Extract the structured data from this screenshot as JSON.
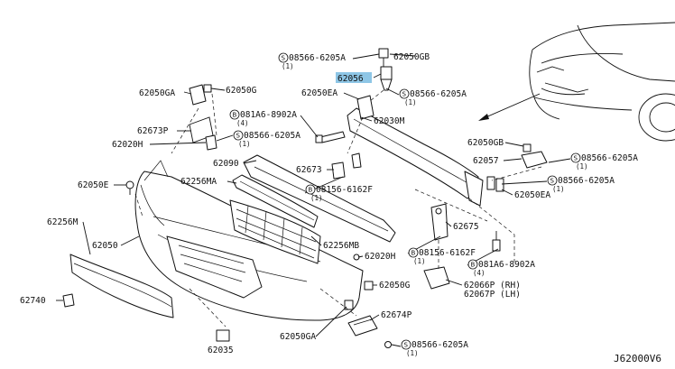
{
  "diagram_code": "J62000V6",
  "labels": {
    "p62050GB": "62050GB",
    "p08566_top": "08566-6205A",
    "p08566_top_qty": "(1)",
    "p62056": "62056",
    "p62050EA_top": "62050EA",
    "p08566_mid": "08566-6205A",
    "p08566_mid_qty": "(1)",
    "p62030M": "62030M",
    "p62050GA_l": "62050GA",
    "p62050G": "62050G",
    "p081A6_l": "081A6-8902A",
    "p081A6_l_qty": "(4)",
    "p62673P": "62673P",
    "p08566_l": "08566-6205A",
    "p08566_l_qty": "(1)",
    "p62020H": "62020H",
    "p62090": "62090",
    "p62673": "62673",
    "p62050E": "62050E",
    "p62256MA": "62256MA",
    "p08156_c": "08156-6162F",
    "p08156_c_qty": "(1)",
    "p62256M": "62256M",
    "p62050": "62050",
    "p62256MB": "62256MB",
    "p62020H_b": "62020H",
    "p62740": "62740",
    "p62050G_b": "62050G",
    "p62674P": "62674P",
    "p62050GA_b": "62050GA",
    "p62035": "62035",
    "p08566_b": "08566-6205A",
    "p08566_b_qty": "(1)",
    "p62050GB_r": "62050GB",
    "p62057": "62057",
    "p08566_r1": "08566-6205A",
    "p08566_r1_qty": "(1)",
    "p08566_r2": "08566-6205A",
    "p08566_r2_qty": "(1)",
    "p62050EA_r": "62050EA",
    "p62675": "62675",
    "p08156_r": "08156-6162F",
    "p08156_r_qty": "(1)",
    "p081A6_r": "081A6-8902A",
    "p081A6_r_qty": "(4)",
    "p62066P": "62066P (RH)",
    "p62067P": "62067P (LH)"
  },
  "circle_letters": {
    "S": "S",
    "B": "B"
  },
  "highlight_color": "#8ec6e6"
}
